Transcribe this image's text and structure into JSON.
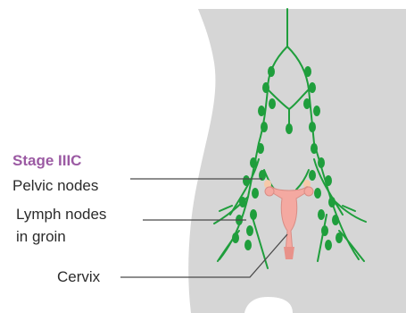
{
  "labels": {
    "stage": "Stage IIIC",
    "pelvic": "Pelvic nodes",
    "groin_line1": "Lymph nodes",
    "groin_line2": "in groin",
    "cervix": "Cervix"
  },
  "colors": {
    "body": "#d6d6d6",
    "node": "#1f9e3c",
    "vessel": "#1f9e3c",
    "uterus": "#f4a9a1",
    "leader": "#4a4a4a",
    "stage_text": "#9b5aa3",
    "text": "#2b2b2b"
  }
}
